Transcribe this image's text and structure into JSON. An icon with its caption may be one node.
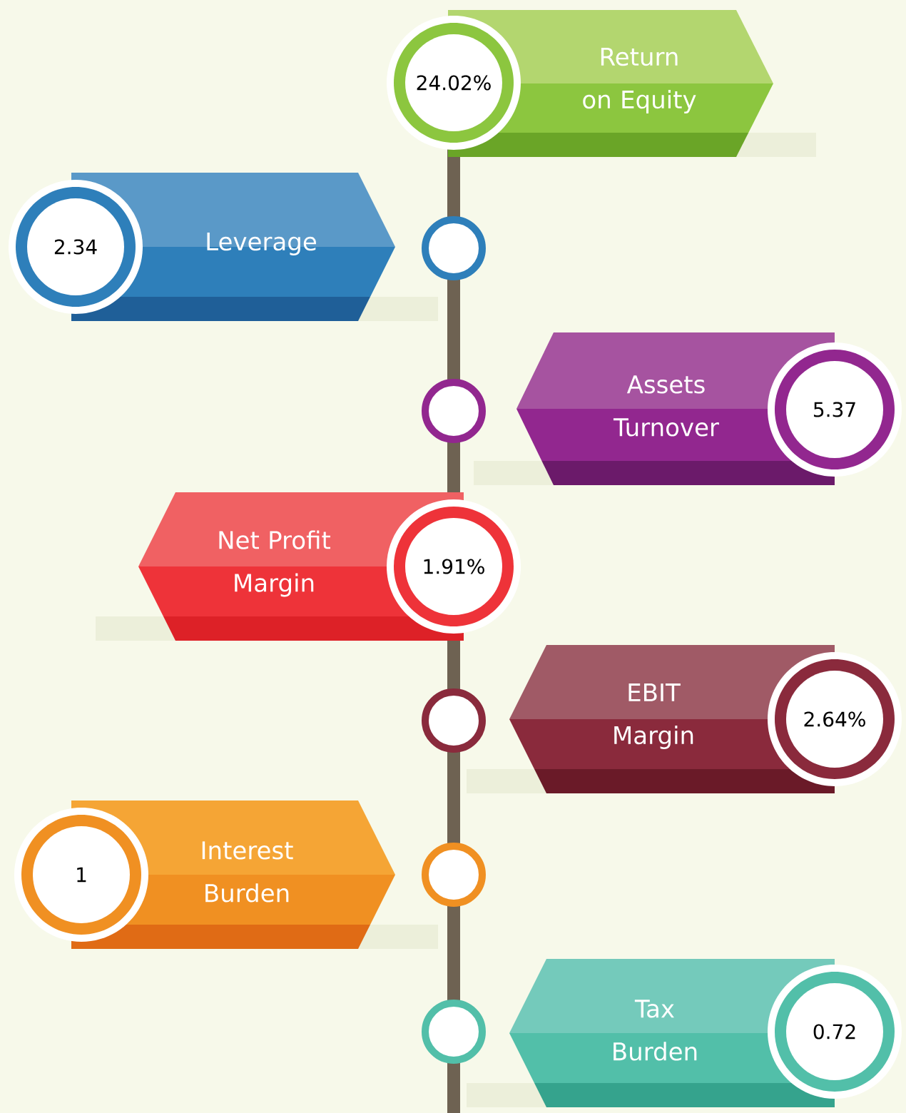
{
  "diagram": {
    "nodes": [
      {
        "text": [
          "24.02%"
        ]
      },
      {
        "text": [
          "Return on Equity"
        ]
      },
      {
        "text": [
          "2.34"
        ]
      },
      {
        "text": [
          "Leverage"
        ]
      },
      {
        "text": [],
        "shape": "circle"
      },
      {
        "text": [],
        "shape": "circle"
      },
      {
        "text": [
          "Assets Turnover"
        ]
      },
      {
        "text": [
          "5.37"
        ]
      },
      {
        "text": [
          "Net Profit Margin"
        ]
      },
      {
        "text": [
          "1.91%"
        ]
      },
      {
        "text": [],
        "shape": "circle"
      },
      {
        "text": [
          "EBIT Margin"
        ]
      },
      {
        "text": [
          "2.64%"
        ]
      },
      {
        "text": [
          "1"
        ]
      },
      {
        "text": [
          "Interest Burden"
        ]
      },
      {
        "text": [],
        "shape": "circle"
      },
      {
        "text": [],
        "shape": "circle"
      },
      {
        "text": [
          "Tax Burden"
        ]
      },
      {
        "text": [
          "0.72"
        ]
      }
    ]
  }
}
